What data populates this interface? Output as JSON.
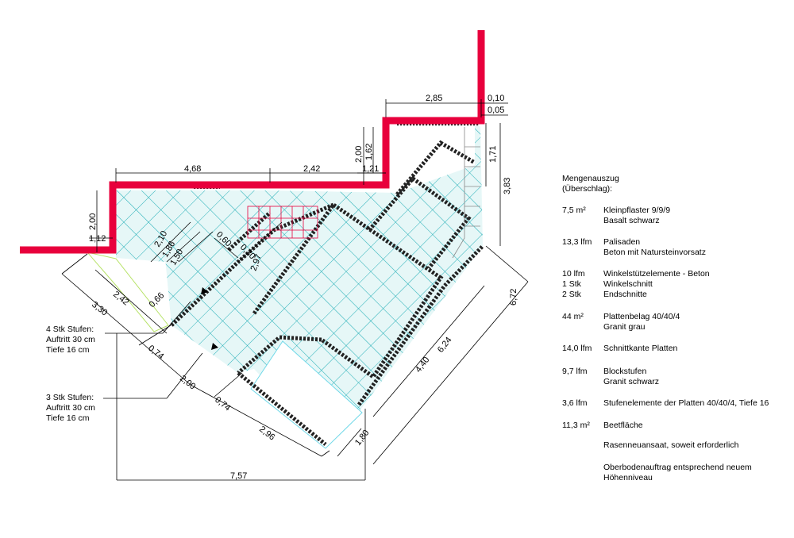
{
  "dimensions": {
    "d_468": "4,68",
    "d_242_top": "2,42",
    "d_285": "2,85",
    "d_010": "0,10",
    "d_005": "0,05",
    "d_200_left": "2,00",
    "d_112": "1,12",
    "d_200_mid": "2,00",
    "d_162": "1,62",
    "d_121": "1,21",
    "d_171": "1,71",
    "d_383": "3,83",
    "d_672": "6,72",
    "d_210": "2,10",
    "d_186": "1,86",
    "d_150": "1,50",
    "d_060": "0,60",
    "d_030": "0,30",
    "d_297": "2,97",
    "d_330": "3,30",
    "d_242_diag": "2,42",
    "d_066": "0,66",
    "d_074_a": "0,74",
    "d_200_diag": "2,00",
    "d_074_b": "0,74",
    "d_296": "2,96",
    "d_180": "1,80",
    "d_440": "4,40",
    "d_624": "6,24",
    "d_757": "7,57"
  },
  "notes": {
    "stairs4": [
      "4 Stk Stufen:",
      "Auftritt 30 cm",
      "Tiefe 16 cm"
    ],
    "stairs3": [
      "3 Stk Stufen:",
      "Auftritt 30 cm",
      "Tiefe 16 cm"
    ]
  },
  "legend": {
    "title": [
      "Mengenauszug",
      "(Überschlag):"
    ],
    "items": [
      {
        "qty": [
          "7,5 m²"
        ],
        "desc": [
          "Kleinpflaster 9/9/9",
          "Basalt schwarz"
        ]
      },
      {
        "qty": [
          "13,3 lfm"
        ],
        "desc": [
          "Palisaden",
          "Beton mit Natursteinvorsatz"
        ]
      },
      {
        "qty": [
          "10 lfm",
          "1 Stk",
          "2 Stk"
        ],
        "desc": [
          "Winkelstützelemente - Beton",
          "Winkelschnitt",
          "Endschnitte"
        ]
      },
      {
        "qty": [
          "44 m²"
        ],
        "desc": [
          "Plattenbelag 40/40/4",
          "Granit grau"
        ]
      },
      {
        "qty": [
          "14,0 lfm"
        ],
        "desc": [
          "Schnittkante Platten"
        ]
      },
      {
        "qty": [
          "9,7 lfm"
        ],
        "desc": [
          "Blockstufen",
          "Granit schwarz"
        ]
      },
      {
        "qty": [
          "3,6 lfm"
        ],
        "desc": [
          "Stufenelemente der Platten 40/40/4, Tiefe 16"
        ]
      },
      {
        "qty": [
          "11,3 m²"
        ],
        "desc": [
          "Beetfläche"
        ]
      },
      {
        "qty": [],
        "desc": [
          "Rasenneuansaat, soweit erforderlich"
        ]
      },
      {
        "qty": [],
        "desc": [
          "Oberbodenauftrag entsprechend neuem",
          "Höhenniveau"
        ]
      }
    ]
  },
  "colors": {
    "wall": "#e8003c",
    "tile_fill": "#e6f7f7",
    "tile_grid": "#27b0b8",
    "edge": "#222222"
  }
}
